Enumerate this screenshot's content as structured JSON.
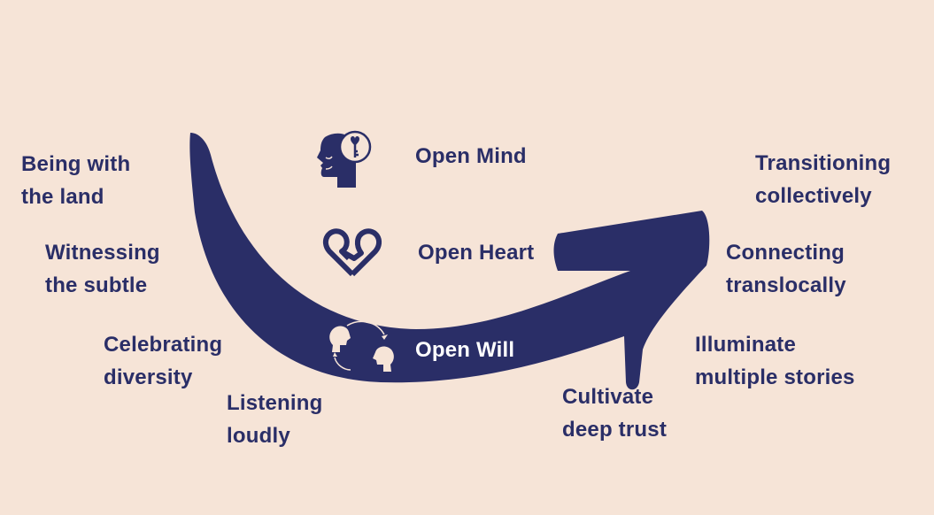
{
  "colors": {
    "background": "#f6e4d7",
    "navy": "#2a2e67",
    "white": "#ffffff"
  },
  "center": {
    "open_mind": "Open Mind",
    "open_heart": "Open Heart",
    "open_will": "Open Will"
  },
  "left_labels": [
    [
      "Being with",
      "the land"
    ],
    [
      "Witnessing",
      "the subtle"
    ],
    [
      "Celebrating",
      "diversity"
    ],
    [
      "Listening",
      "loudly"
    ]
  ],
  "right_labels": [
    [
      "Transitioning",
      "collectively"
    ],
    [
      "Connecting",
      "translocally"
    ],
    [
      "Illuminate",
      "multiple stories"
    ],
    [
      "Cultivate",
      "deep trust"
    ]
  ],
  "icons": [
    "head-key-icon",
    "heart-loop-icon",
    "two-heads-cycle-icon",
    "u-arrow-icon"
  ]
}
